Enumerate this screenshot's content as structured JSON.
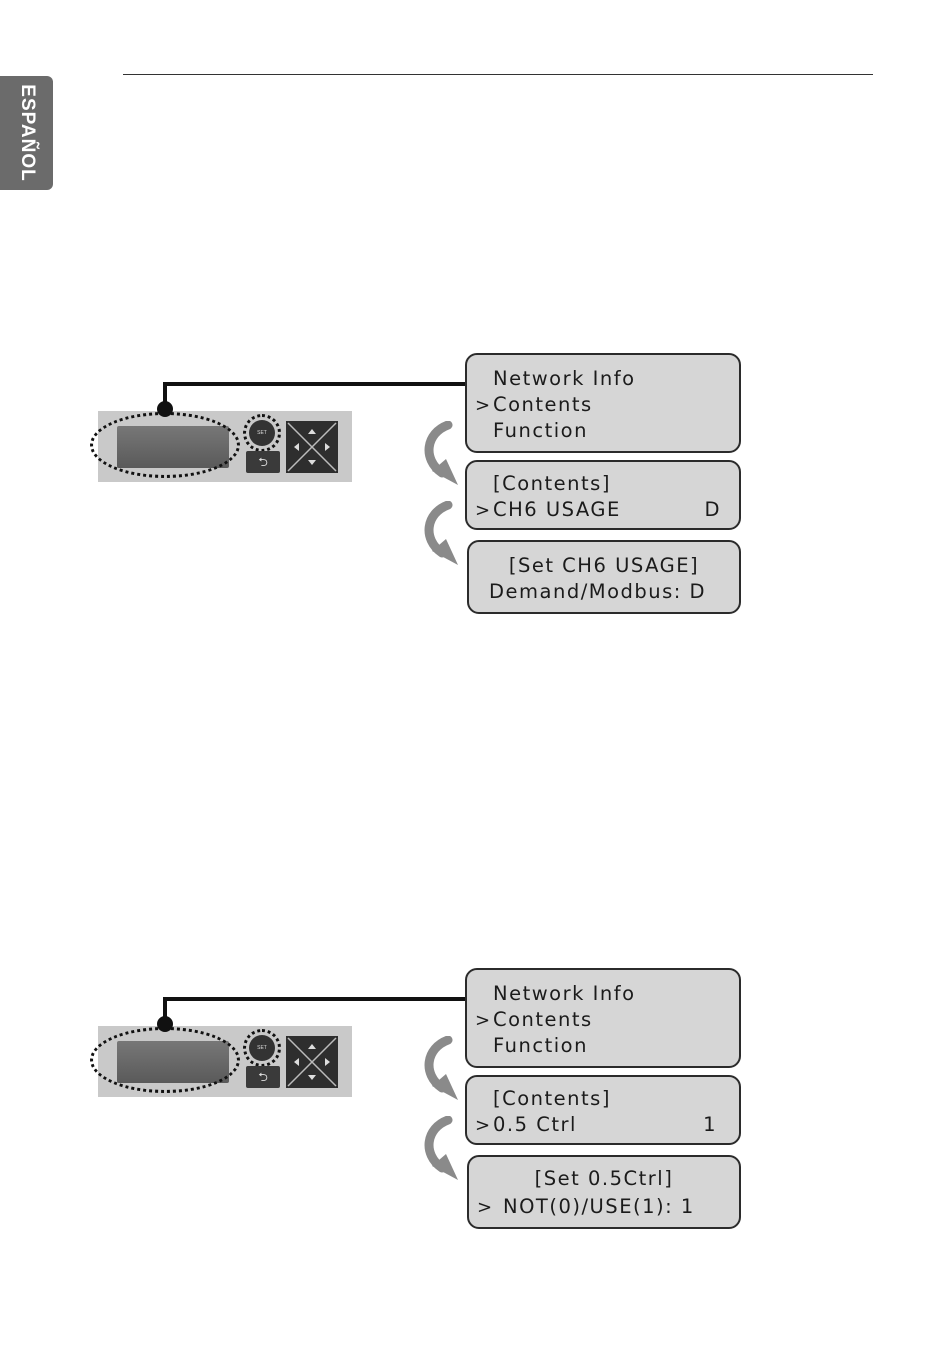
{
  "side_tab": {
    "label": "ESPAÑOL"
  },
  "figures": [
    {
      "menu_main": {
        "items": [
          "Network Info",
          "Contents",
          "Function"
        ],
        "selected_index": 1
      },
      "menu_contents": {
        "title": "[Contents]",
        "item_label": "CH6 USAGE",
        "item_value": "D"
      },
      "menu_set": {
        "title": "[Set CH6 USAGE]",
        "line": "Demand/Modbus:  D"
      }
    },
    {
      "menu_main": {
        "items": [
          "Network Info",
          "Contents",
          "Function"
        ],
        "selected_index": 1
      },
      "menu_contents": {
        "title": "[Contents]",
        "item_label": "0.5 Ctrl",
        "item_value": "1"
      },
      "menu_set": {
        "title": "[Set 0.5Ctrl]",
        "line": "NOT(0)/USE(1): 1"
      }
    }
  ],
  "controller": {
    "set_label": "SET",
    "caret": ">"
  }
}
